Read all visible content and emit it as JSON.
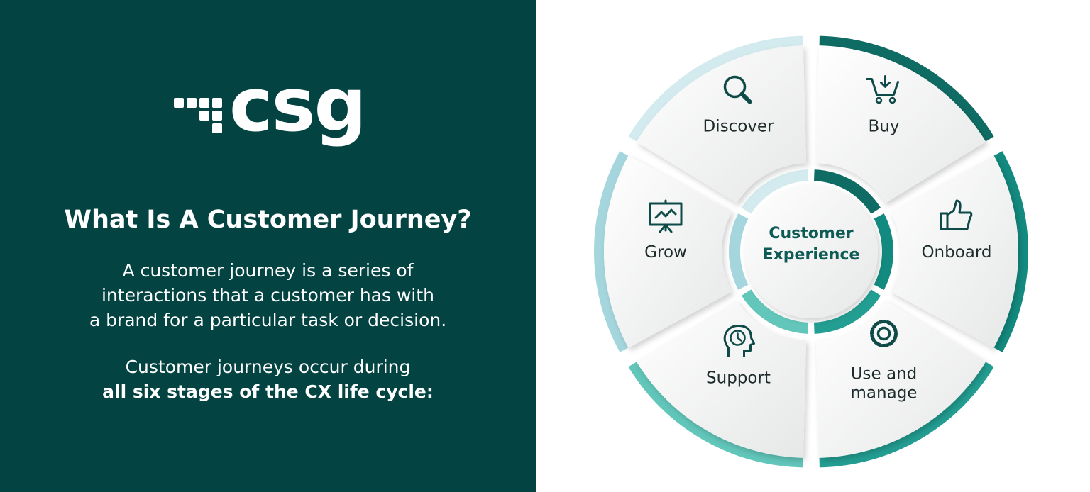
{
  "logo": {
    "text": "csg"
  },
  "title": "What Is A Customer Journey?",
  "paragraph1": [
    "A customer journey is a series of",
    "interactions that a customer has with",
    "a brand for a particular task or decision."
  ],
  "paragraph2": {
    "line1": "Customer journeys occur during",
    "line2_bold": "all six stages of the CX life cycle:"
  },
  "wheel": {
    "center": [
      "Customer",
      "Experience"
    ],
    "stages": [
      {
        "label": [
          "Discover"
        ],
        "icon": "magnifier-icon",
        "color": "#d3ebee"
      },
      {
        "label": [
          "Buy"
        ],
        "icon": "shopping-cart-icon",
        "color": "#0f6c64"
      },
      {
        "label": [
          "Onboard"
        ],
        "icon": "thumbs-up-icon",
        "color": "#138a7f"
      },
      {
        "label": [
          "Use and",
          "manage"
        ],
        "icon": "gear-icon",
        "color": "#239e92"
      },
      {
        "label": [
          "Support"
        ],
        "icon": "head-clock-icon",
        "color": "#62c6ba"
      },
      {
        "label": [
          "Grow"
        ],
        "icon": "presentation-chart-icon",
        "color": "#a6d6dd"
      }
    ]
  }
}
